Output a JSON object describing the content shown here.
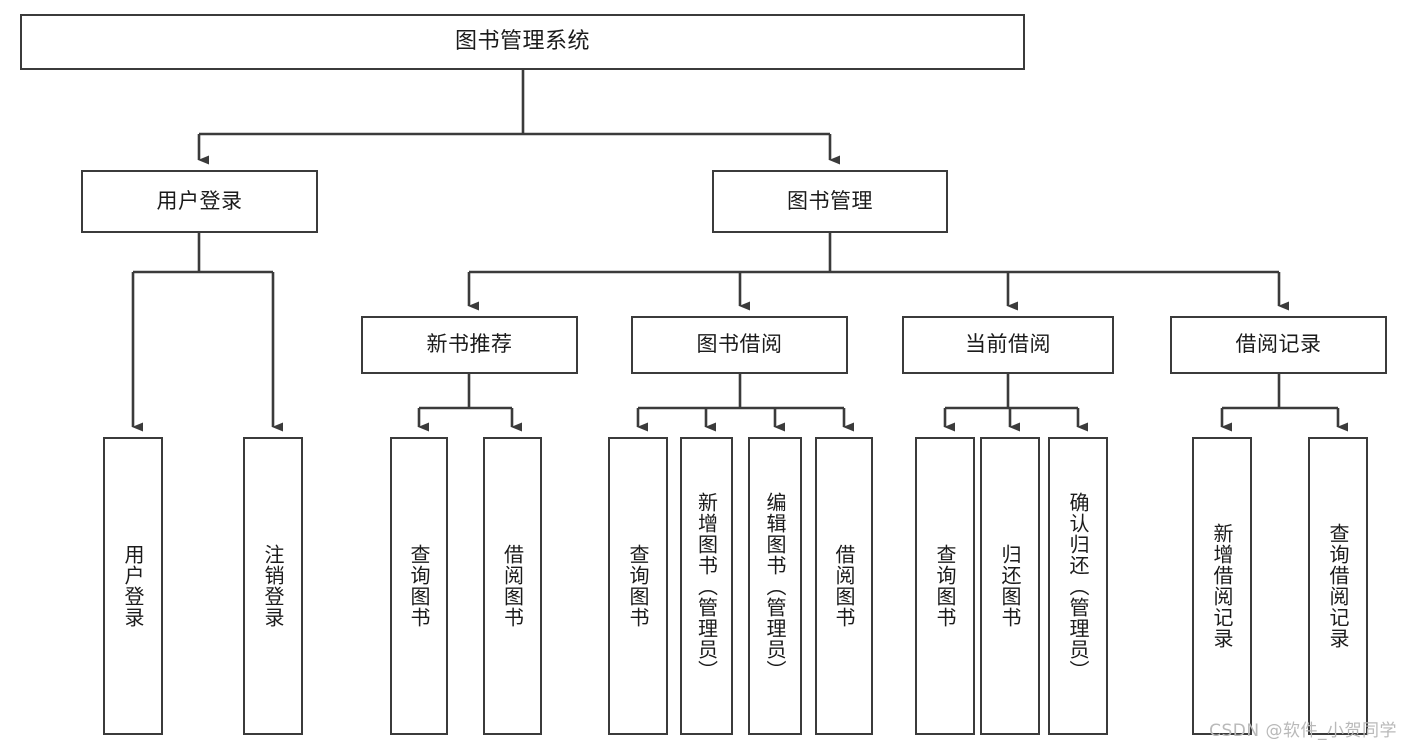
{
  "diagram": {
    "title": "图书管理系统",
    "watermark": "CSDN @软件_小贺同学",
    "colors": {
      "stroke": "#3b3b3b",
      "fill": "#ffffff",
      "text": "#1b1b1b",
      "watermark": "#b9b9b9"
    },
    "nodes": {
      "root": {
        "label": "图书管理系统"
      },
      "level2": [
        {
          "id": "user-login",
          "label": "用户登录"
        },
        {
          "id": "book-management",
          "label": "图书管理"
        }
      ],
      "level3": [
        {
          "id": "new-book-recommend",
          "label": "新书推荐"
        },
        {
          "id": "book-borrow",
          "label": "图书借阅"
        },
        {
          "id": "current-borrow",
          "label": "当前借阅"
        },
        {
          "id": "borrow-record",
          "label": "借阅记录"
        }
      ],
      "leaves": {
        "user-login": [
          {
            "id": "leaf-user-login",
            "label": "用户登录"
          },
          {
            "id": "leaf-logout-login",
            "label": "注销登录"
          }
        ],
        "new-book-recommend": [
          {
            "id": "leaf-query-book-1",
            "label": "查询图书"
          },
          {
            "id": "leaf-borrow-book-1",
            "label": "借阅图书"
          }
        ],
        "book-borrow": [
          {
            "id": "leaf-query-book-2",
            "label": "查询图书"
          },
          {
            "id": "leaf-add-book",
            "label": "新增图书（管理员）"
          },
          {
            "id": "leaf-edit-book",
            "label": "编辑图书（管理员）"
          },
          {
            "id": "leaf-borrow-book-2",
            "label": "借阅图书"
          }
        ],
        "current-borrow": [
          {
            "id": "leaf-query-book-3",
            "label": "查询图书"
          },
          {
            "id": "leaf-return-book",
            "label": "归还图书"
          },
          {
            "id": "leaf-confirm-return",
            "label": "确认归还（管理员）"
          }
        ],
        "borrow-record": [
          {
            "id": "leaf-add-record",
            "label": "新增借阅记录"
          },
          {
            "id": "leaf-query-record",
            "label": "查询借阅记录"
          }
        ]
      }
    }
  }
}
